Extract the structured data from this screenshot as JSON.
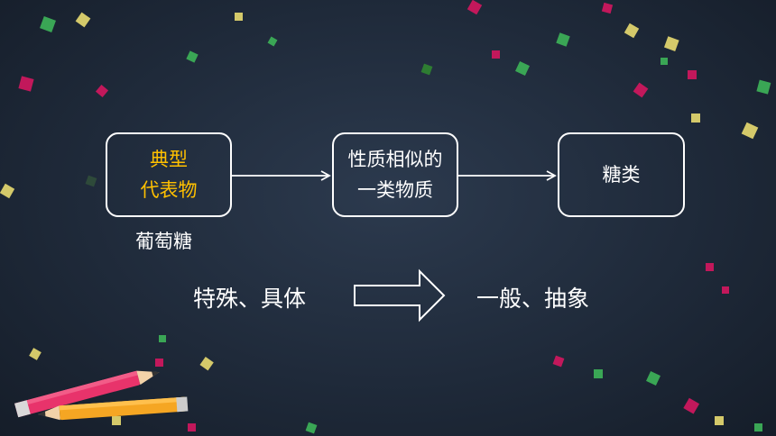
{
  "diagram": {
    "box_typical": {
      "line1": "典型",
      "line2": "代表物"
    },
    "box_similar": {
      "line1": "性质相似的",
      "line2": "一类物质"
    },
    "box_sugar": {
      "label": "糖类"
    },
    "example": "葡萄糖",
    "left_concept": "特殊、具体",
    "right_concept": "一般、抽象"
  },
  "colors": {
    "background": "#1f2a3a",
    "text": "#ffffff",
    "highlight": "#ffc000",
    "pencil_pink": "#e8336b",
    "pencil_orange": "#f5a623"
  },
  "icons": [
    "confetti-icon",
    "pink-pencil-icon",
    "orange-pencil-icon",
    "arrow-right-icon",
    "hollow-arrow-icon"
  ]
}
